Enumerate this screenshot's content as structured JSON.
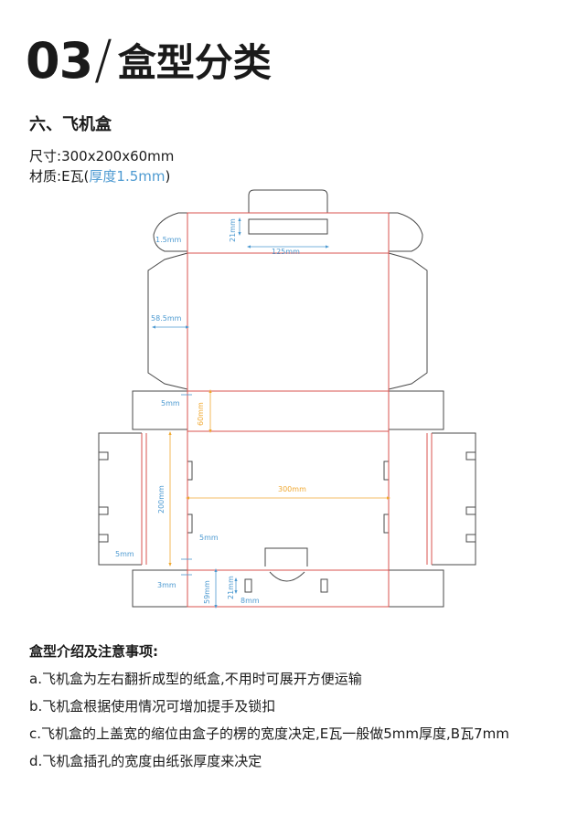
{
  "heading": {
    "number": "03",
    "slash": "/",
    "title": "盒型分类"
  },
  "section_title": "六、飞机盒",
  "spec": {
    "size_label": "尺寸:",
    "size_value": "300x200x60mm",
    "material_label": "材质:",
    "material_value": "E瓦",
    "thickness_open": "(",
    "thickness_text": "厚度1.5mm",
    "thickness_close": ")"
  },
  "diagram": {
    "labels": {
      "flap_gap": "1.5mm",
      "handle_height": "21mm",
      "handle_width": "125mm",
      "lid_depth": "58.5mm",
      "gap_top_left": "5mm",
      "side_height": "60mm",
      "base_length": "300mm",
      "base_width": "200mm",
      "gap_center": "5mm",
      "gap_bottom_left": "5mm",
      "gap_front": "3mm",
      "front_height": "59mm",
      "slot_height": "21mm",
      "slot_width": "8mm"
    },
    "colors": {
      "cut": "#4a4a4a",
      "fold": "#d9534f",
      "dim_blue": "#4d9ad1",
      "dim_orange": "#f0a830"
    }
  },
  "notes": {
    "heading": "盒型介绍及注意事项:",
    "items": [
      "a.飞机盒为左右翻折成型的纸盒,不用时可展开方便运输",
      "b.飞机盒根据使用情况可增加提手及锁扣",
      "c.飞机盒的上盖宽的缩位由盒子的楞的宽度决定,E瓦一般做5mm厚度,B瓦7mm",
      "d.飞机盒插孔的宽度由纸张厚度来决定"
    ]
  }
}
